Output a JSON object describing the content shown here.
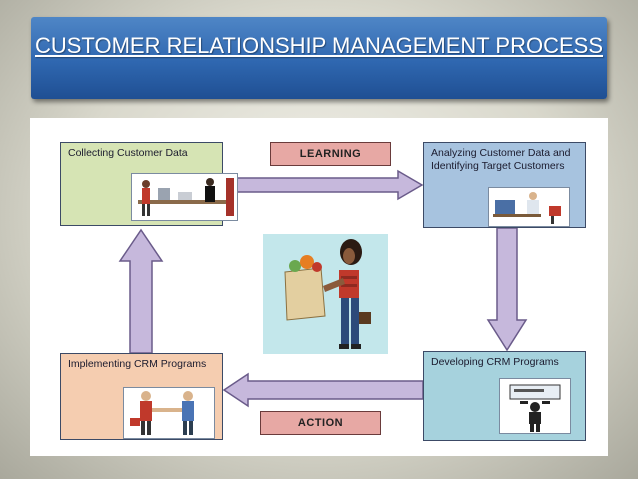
{
  "slide": {
    "title": "CUSTOMER RELATIONSHIP MANAGEMENT PROCESS"
  },
  "diagram": {
    "boxes": [
      {
        "id": "collecting",
        "label": "Collecting Customer Data"
      },
      {
        "id": "analyzing",
        "label": "Analyzing Customer Data and Identifying Target Customers"
      },
      {
        "id": "implementing",
        "label": "Implementing CRM Programs"
      },
      {
        "id": "developing",
        "label": "Developing CRM Programs"
      }
    ],
    "tags": {
      "top": "LEARNING",
      "bottom": "ACTION"
    }
  },
  "colors": {
    "title_bg": "#2f67b0",
    "arrow_fill": "#c6b8dc",
    "arrow_stroke": "#6a5b8a",
    "tag_bg": "#e7a8a4"
  }
}
